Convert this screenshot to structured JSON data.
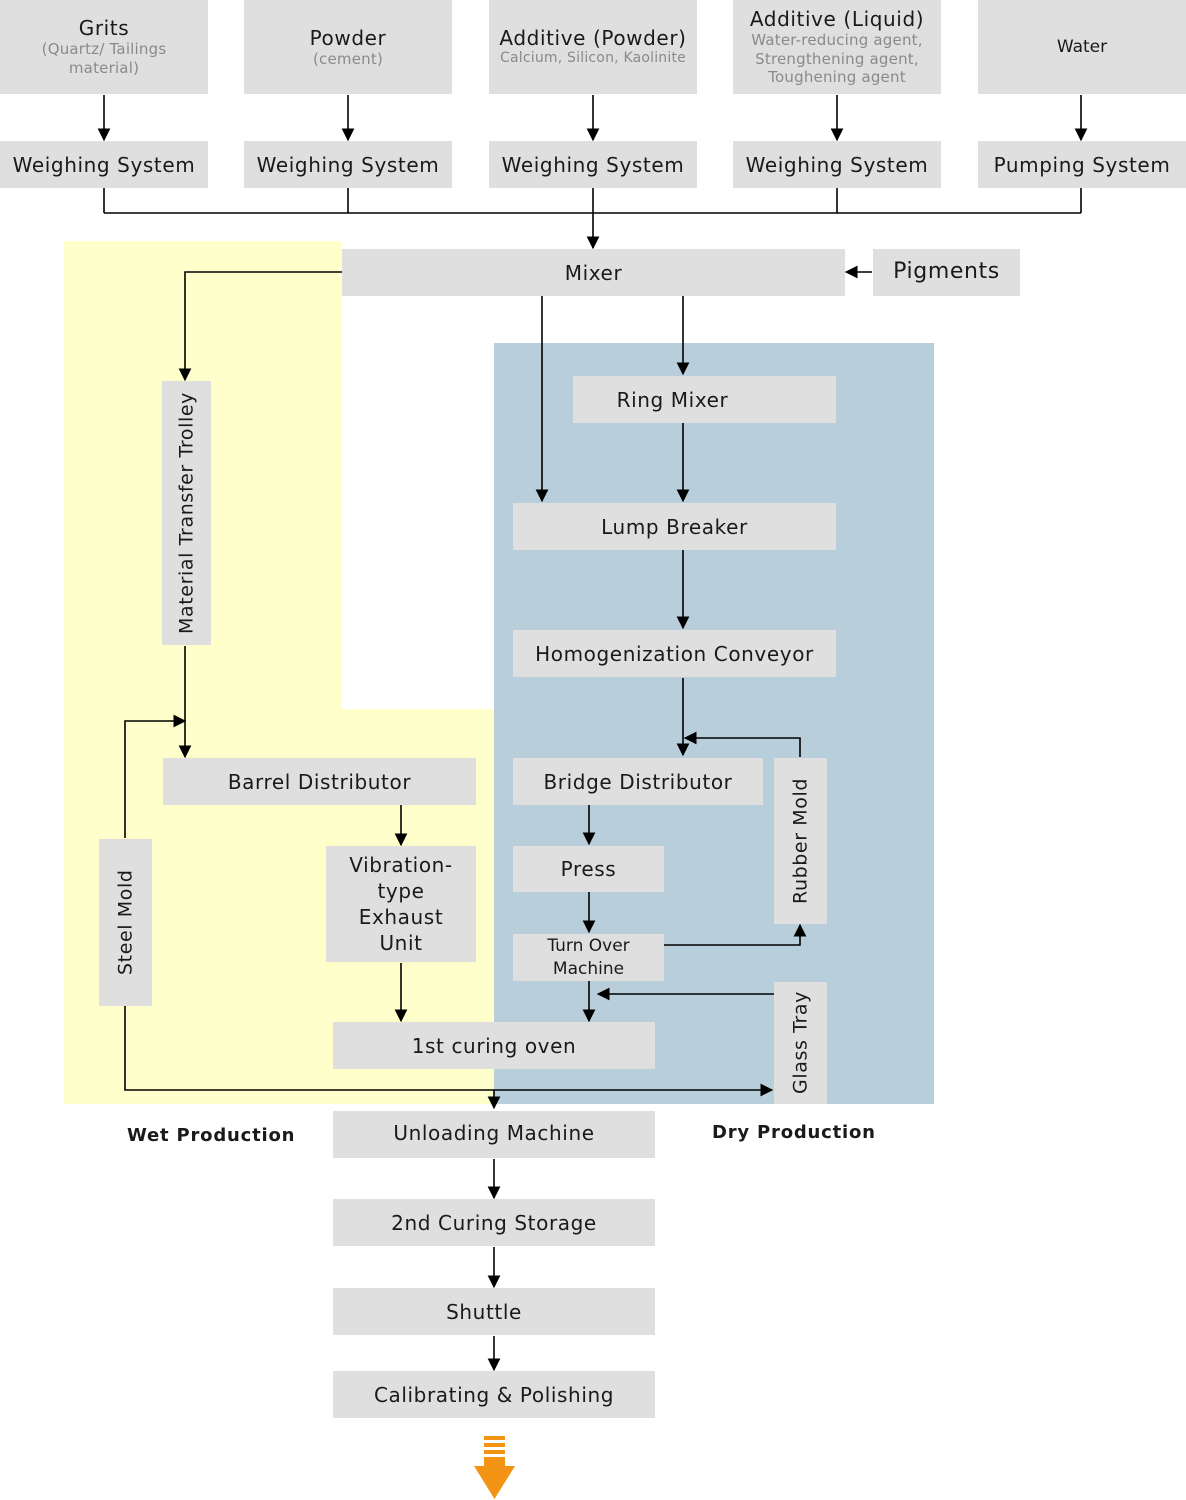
{
  "sources": [
    {
      "title": "Grits",
      "detail": "(Quartz/ Tailings material)"
    },
    {
      "title": "Powder",
      "detail": "(cement)"
    },
    {
      "title": "Additive (Powder)",
      "detail": "Calcium, Silicon, Kaolinite"
    },
    {
      "title": "Additive (Liquid)",
      "detail": "Water-reducing agent, Strengthening agent, Toughening agent"
    },
    {
      "title": "Water",
      "detail": ""
    }
  ],
  "systems": [
    "Weighing System",
    "Weighing System",
    "Weighing System",
    "Weighing System",
    "Pumping System"
  ],
  "mixer": "Mixer",
  "pigments": "Pigments",
  "wet": {
    "label": "Wet Production",
    "trolley": "Material Transfer Trolley",
    "barrel_distributor": "Barrel Distributor",
    "vibration_unit": "Vibration-type Exhaust Unit",
    "steel_mold": "Steel Mold"
  },
  "dry": {
    "label": "Dry Production",
    "ring_mixer": "Ring Mixer",
    "lump_breaker": "Lump Breaker",
    "homogenization_conveyor": "Homogenization Conveyor",
    "bridge_distributor": "Bridge Distributor",
    "rubber_mold": "Rubber Mold",
    "press": "Press",
    "turn_over_machine": "Turn Over Machine",
    "glass_tray": "Glass Tray"
  },
  "curing_oven": "1st curing oven",
  "unloading": "Unloading Machine",
  "second_curing": "2nd Curing Storage",
  "shuttle": "Shuttle",
  "calibrating": "Calibrating & Polishing",
  "colors": {
    "wet_zone": "#ffffcc",
    "dry_zone": "#b9cedb",
    "box": "#dfdfdf",
    "arrow": "#f39314"
  }
}
